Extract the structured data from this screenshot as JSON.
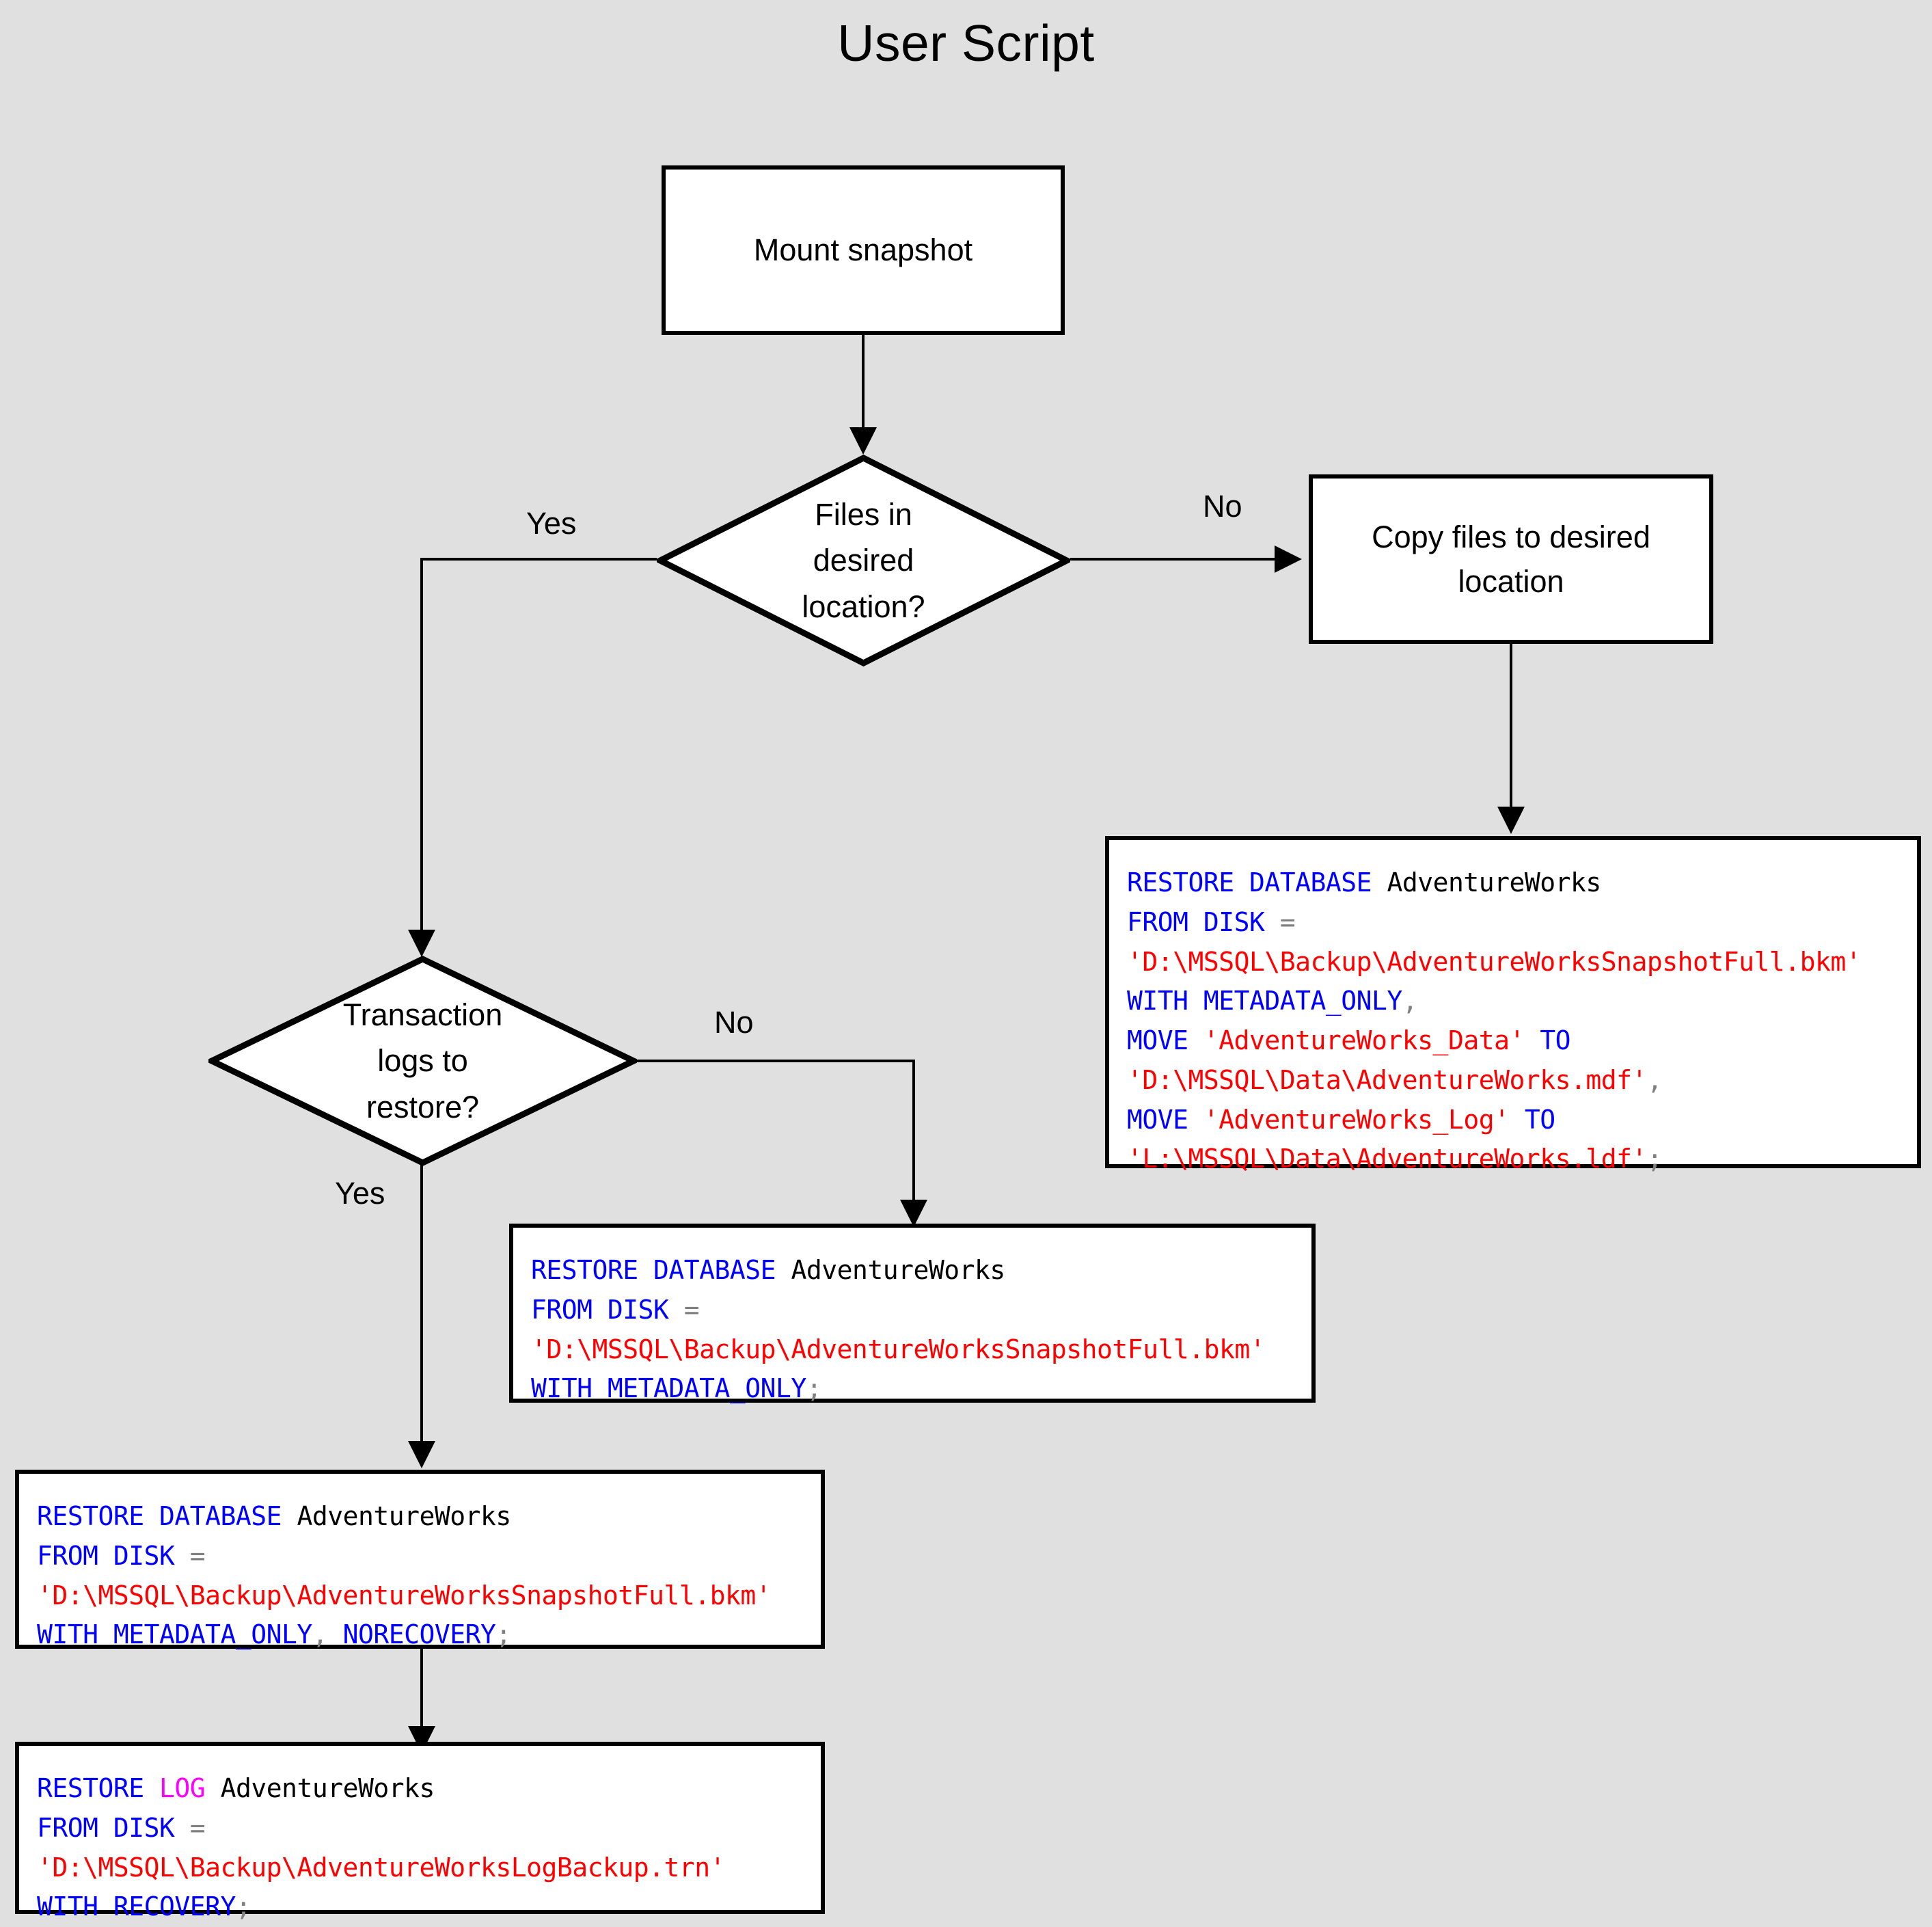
{
  "title": "User Script",
  "nodes": {
    "mount_snapshot": {
      "label": "Mount snapshot"
    },
    "files_decision": {
      "label": "Files in desired location?",
      "line1": "Files in",
      "line2": "desired",
      "line3": "location?"
    },
    "copy_files": {
      "label": "Copy files to desired location",
      "line1": "Copy files to desired",
      "line2": "location"
    },
    "logs_decision": {
      "label": "Transaction logs to restore?",
      "line1": "Transaction",
      "line2": "logs to",
      "line3": "restore?"
    }
  },
  "edge_labels": {
    "files_yes": "Yes",
    "files_no": "No",
    "logs_no": "No",
    "logs_yes": "Yes"
  },
  "code_blocks": {
    "restore_move": {
      "lines": [
        [
          {
            "t": "RESTORE DATABASE ",
            "c": "kw"
          },
          {
            "t": "AdventureWorks",
            "c": "id"
          }
        ],
        [
          {
            "t": "FROM DISK ",
            "c": "kw"
          },
          {
            "t": "=",
            "c": "pn"
          }
        ],
        [
          {
            "t": "'D:\\MSSQL\\Backup\\AdventureWorksSnapshotFull.bkm'",
            "c": "str"
          }
        ],
        [
          {
            "t": "WITH METADATA_ONLY",
            "c": "kw"
          },
          {
            "t": ",",
            "c": "pn"
          }
        ],
        [
          {
            "t": "MOVE ",
            "c": "kw"
          },
          {
            "t": "'AdventureWorks_Data'",
            "c": "str"
          },
          {
            "t": " TO",
            "c": "kw"
          }
        ],
        [
          {
            "t": "'D:\\MSSQL\\Data\\AdventureWorks.mdf'",
            "c": "str"
          },
          {
            "t": ",",
            "c": "pn"
          }
        ],
        [
          {
            "t": "MOVE ",
            "c": "kw"
          },
          {
            "t": "'AdventureWorks_Log'",
            "c": "str"
          },
          {
            "t": " TO",
            "c": "kw"
          }
        ],
        [
          {
            "t": "'L:\\MSSQL\\Data\\AdventureWorks.ldf'",
            "c": "str"
          },
          {
            "t": ";",
            "c": "pn"
          }
        ]
      ]
    },
    "restore_metadata_only": {
      "lines": [
        [
          {
            "t": "RESTORE DATABASE ",
            "c": "kw"
          },
          {
            "t": "AdventureWorks",
            "c": "id"
          }
        ],
        [
          {
            "t": "FROM DISK ",
            "c": "kw"
          },
          {
            "t": "=",
            "c": "pn"
          }
        ],
        [
          {
            "t": "'D:\\MSSQL\\Backup\\AdventureWorksSnapshotFull.bkm'",
            "c": "str"
          }
        ],
        [
          {
            "t": "WITH METADATA_ONLY",
            "c": "kw"
          },
          {
            "t": ";",
            "c": "pn"
          }
        ]
      ]
    },
    "restore_norecovery": {
      "lines": [
        [
          {
            "t": "RESTORE DATABASE ",
            "c": "kw"
          },
          {
            "t": "AdventureWorks",
            "c": "id"
          }
        ],
        [
          {
            "t": "FROM DISK ",
            "c": "kw"
          },
          {
            "t": "=",
            "c": "pn"
          }
        ],
        [
          {
            "t": "'D:\\MSSQL\\Backup\\AdventureWorksSnapshotFull.bkm'",
            "c": "str"
          }
        ],
        [
          {
            "t": "WITH METADATA_ONLY",
            "c": "kw"
          },
          {
            "t": ",",
            "c": "pn"
          },
          {
            "t": " NORECOVERY",
            "c": "kw"
          },
          {
            "t": ";",
            "c": "pn"
          }
        ]
      ]
    },
    "restore_log": {
      "lines": [
        [
          {
            "t": "RESTORE ",
            "c": "kw"
          },
          {
            "t": "LOG",
            "c": "kw2"
          },
          {
            "t": " ",
            "c": "kw"
          },
          {
            "t": "AdventureWorks",
            "c": "id"
          }
        ],
        [
          {
            "t": "FROM DISK ",
            "c": "kw"
          },
          {
            "t": "=",
            "c": "pn"
          }
        ],
        [
          {
            "t": "'D:\\MSSQL\\Backup\\AdventureWorksLogBackup.trn'",
            "c": "str"
          }
        ],
        [
          {
            "t": "WITH RECOVERY",
            "c": "kw"
          },
          {
            "t": ";",
            "c": "pn"
          }
        ]
      ]
    }
  },
  "colors": {
    "background": "#e0e0e0",
    "node_fill": "#ffffff",
    "stroke": "#000000",
    "keyword": "#0000ff",
    "keyword_alt": "#ff00ff",
    "string": "#ff0000",
    "punct": "#808080"
  }
}
